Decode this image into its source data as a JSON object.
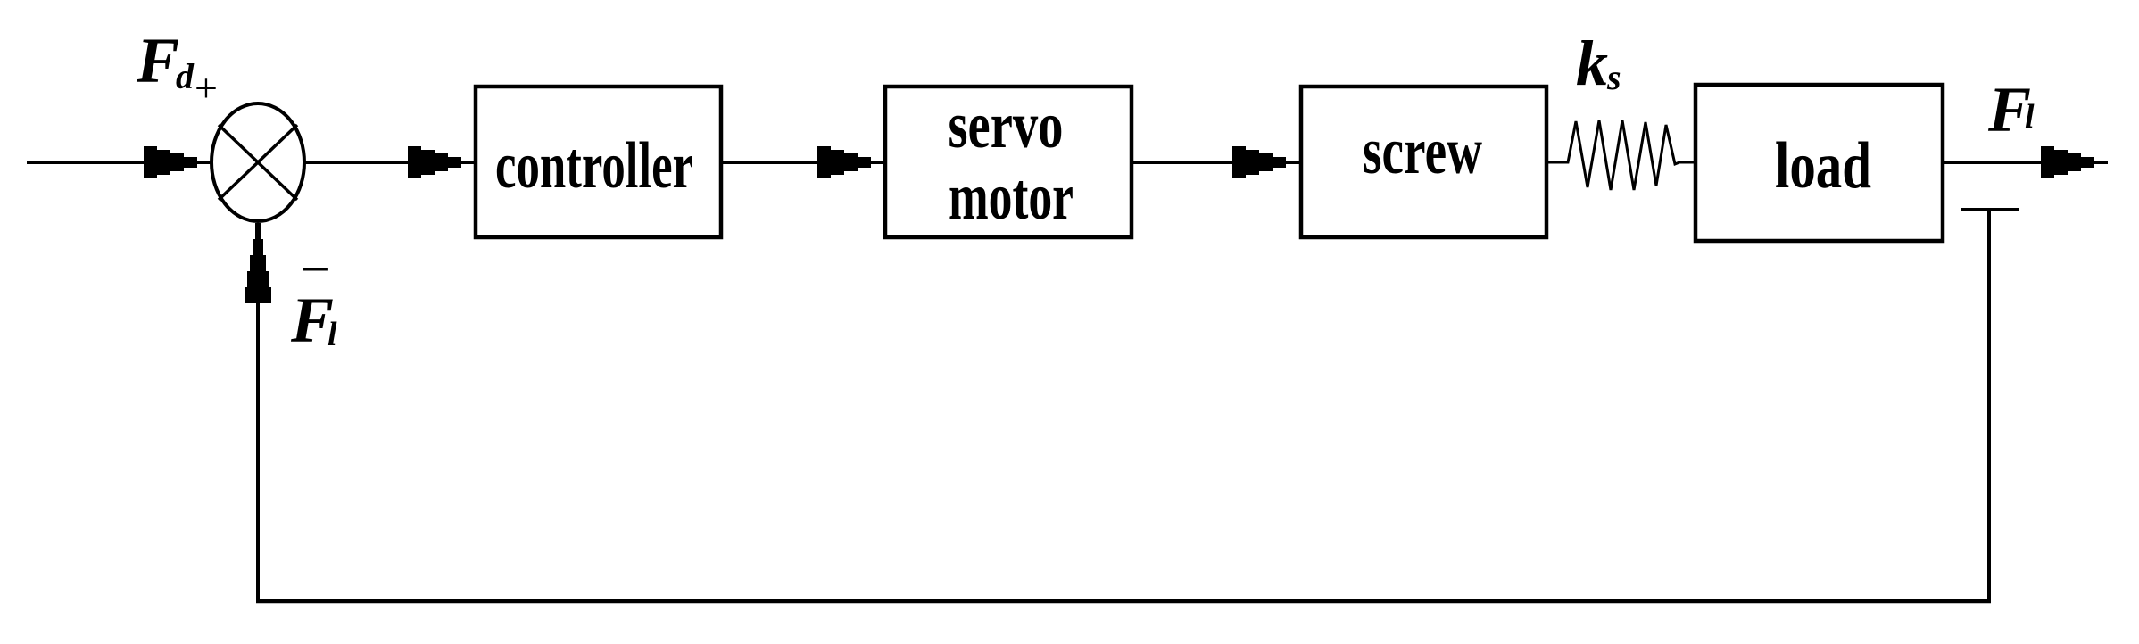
{
  "diagram": {
    "kind": "feedback-control-block-diagram",
    "background_color": "#ffffff",
    "stroke_color": "#000000",
    "input_label": {
      "base": "F",
      "sub": "d"
    },
    "input_sign": "+",
    "summing_junction_symbol": "circle-with-cross",
    "blocks": {
      "controller": {
        "label": "controller"
      },
      "servo_motor": {
        "line1": "servo",
        "line2": "motor"
      },
      "screw": {
        "label": "screw"
      },
      "load": {
        "label": "load"
      }
    },
    "spring_label": {
      "base": "k",
      "sub": "s"
    },
    "spring_symbol": "zigzag-spring",
    "output_label": {
      "base": "F",
      "sub": "l"
    },
    "feedback_label": {
      "overbar": "−",
      "base": "F",
      "sub": "l"
    }
  }
}
